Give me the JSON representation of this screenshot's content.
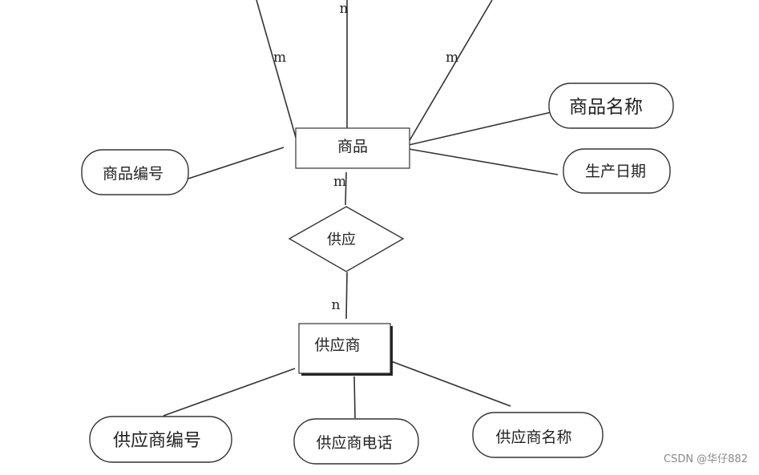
{
  "entities": {
    "goods": "商品",
    "supplier": "供应商"
  },
  "relationship": "供应",
  "attributes": {
    "goods_name": "商品名称",
    "production_date": "生产日期",
    "goods_id": "商品编号",
    "supplier_id": "供应商编号",
    "supplier_phone": "供应商电话",
    "supplier_name": "供应商名称"
  },
  "cardinalities": {
    "top_left": "m",
    "top_center": "n",
    "top_right": "m",
    "goods_supply": "m",
    "supply_supplier": "n"
  },
  "watermark": "CSDN @华仔882"
}
